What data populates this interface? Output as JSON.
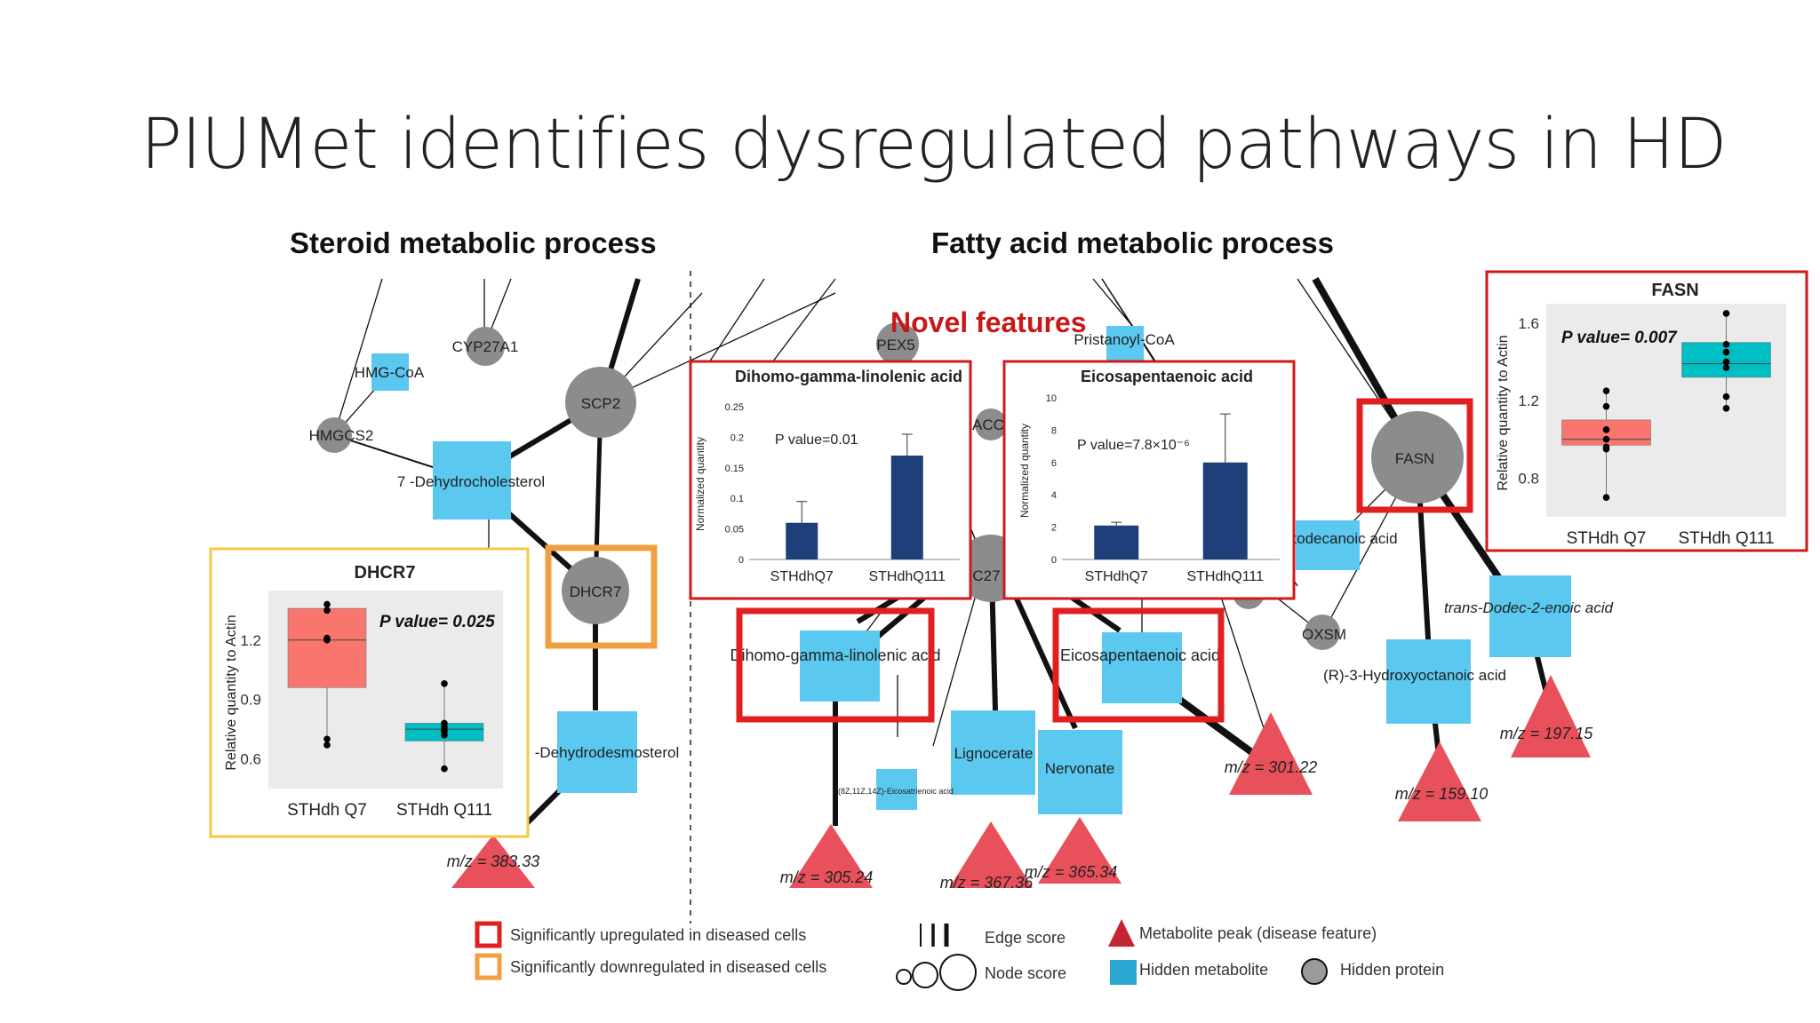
{
  "slide": {
    "title": "PIUMet identifies dysregulated pathways in HD",
    "left_section_title": "Steroid metabolic process",
    "right_section_title": "Fatty acid metabolic process",
    "novel_features_label": "Novel features"
  },
  "network": {
    "proteins": [
      "CYP27A1",
      "HMGCS2",
      "SCP2",
      "DHCR7",
      "PEX5",
      "ACC",
      "C27",
      "FASN",
      "OXSM"
    ],
    "metabolites": [
      "HMG-CoA",
      "7 -Dehydrocholesterol",
      "-Dehydrodesmosterol",
      "Pristanoyl-CoA",
      "Dihomo-gamma-linolenic acid",
      "Eicosapentaenoic acid",
      "Lignocerate",
      "Nervonate",
      "(8Z,11Z,14Z)-Eicosatrienoic acid",
      "Oxodecanoic acid",
      "trans-Dodec-2-enoic acid",
      "(R)-3-Hydroxyoctanoic acid"
    ],
    "peaks": [
      "m/z = 383.33",
      "m/z = 305.24",
      "m/z = 367.36",
      "m/z = 365.34",
      "m/z = 301.22",
      "m/z = 159.10",
      "m/z = 197.15"
    ]
  },
  "colors": {
    "protein": "#8c8c8c",
    "metabolite": "#5ac8ef",
    "peak": "#e8505b",
    "upregulated": "#e02020",
    "downregulated": "#f0a040",
    "bar": "#1f3f7a",
    "box_q7": "#f8766d",
    "box_q111": "#00bfc4"
  },
  "chart_data": [
    {
      "type": "bar",
      "title": "Dihomo-gamma-linolenic acid",
      "categories": [
        "STHdhQ7",
        "STHdhQ111"
      ],
      "values": [
        0.06,
        0.17
      ],
      "errors": [
        0.035,
        0.035
      ],
      "ylabel": "Normalized quantity",
      "ylim": [
        0,
        0.25
      ],
      "yticks": [
        "0",
        "0.05",
        "0.1",
        "0.15",
        "0.2",
        "0.25"
      ],
      "annotation": "P value=0.01"
    },
    {
      "type": "bar",
      "title": "Eicosapentaenoic acid",
      "categories": [
        "STHdhQ7",
        "STHdhQ111"
      ],
      "values": [
        2.1,
        6.0
      ],
      "errors": [
        0.2,
        3.0
      ],
      "ylabel": "Normalized quantity",
      "ylim": [
        0,
        10
      ],
      "yticks": [
        "0",
        "2",
        "4",
        "6",
        "8",
        "10"
      ],
      "annotation": "P value=7.8×10⁻⁶"
    },
    {
      "type": "box",
      "title": "DHCR7",
      "categories": [
        "STHdh Q7",
        "STHdh Q111"
      ],
      "boxes": [
        {
          "q1": 0.96,
          "median": 1.2,
          "q3": 1.36,
          "points": [
            1.38,
            1.35,
            1.21,
            1.2,
            0.7,
            0.67
          ]
        },
        {
          "q1": 0.69,
          "median": 0.75,
          "q3": 0.78,
          "points": [
            0.98,
            0.78,
            0.76,
            0.75,
            0.74,
            0.72,
            0.55
          ]
        }
      ],
      "ylabel": "Relative quantity to Actin",
      "ylim": [
        0.45,
        1.45
      ],
      "yticks": [
        "0.6",
        "0.9",
        "1.2"
      ],
      "annotation": "P value= 0.025"
    },
    {
      "type": "box",
      "title": "FASN",
      "categories": [
        "STHdh Q7",
        "STHdh Q111"
      ],
      "boxes": [
        {
          "q1": 0.97,
          "median": 1.0,
          "q3": 1.1,
          "points": [
            1.25,
            1.17,
            1.05,
            1.0,
            0.96,
            0.95,
            0.7
          ]
        },
        {
          "q1": 1.32,
          "median": 1.39,
          "q3": 1.5,
          "points": [
            1.65,
            1.49,
            1.45,
            1.4,
            1.37,
            1.22,
            1.16
          ]
        }
      ],
      "ylabel": "Relative quantity to Actin",
      "ylim": [
        0.6,
        1.7
      ],
      "yticks": [
        "0.8",
        "1.2",
        "1.6"
      ],
      "annotation": "P value= 0.007"
    }
  ],
  "legend": {
    "upregulated": "Significantly upregulated in diseased cells",
    "downregulated": "Significantly downregulated in diseased cells",
    "edge_score": "Edge score",
    "node_score": "Node score",
    "metabolite_peak": "Metabolite peak (disease feature)",
    "hidden_metabolite": "Hidden metabolite",
    "hidden_protein": "Hidden protein"
  }
}
